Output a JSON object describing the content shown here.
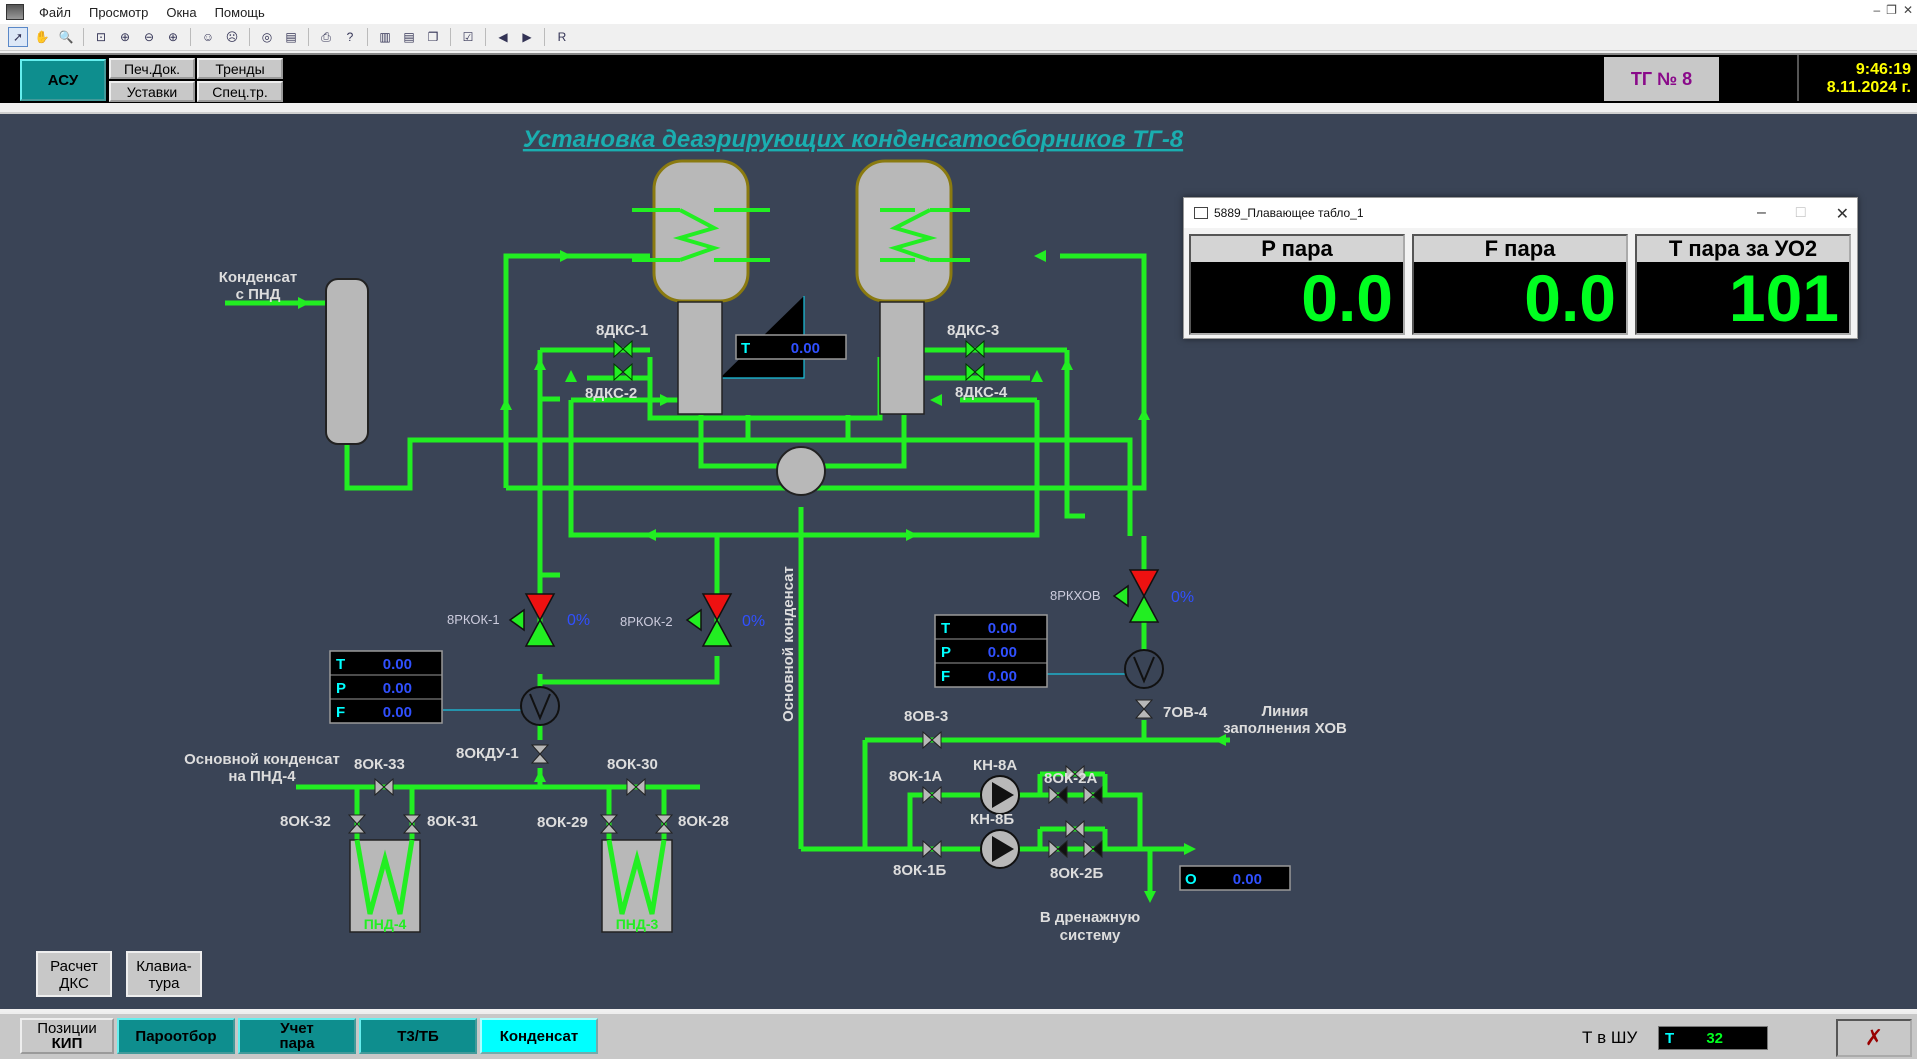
{
  "menu": {
    "items": [
      "Файл",
      "Просмотр",
      "Окна",
      "Помощь"
    ]
  },
  "toolbar": {
    "last_label": "R"
  },
  "header": {
    "asu": "АСУ",
    "buttons": [
      "Печ.Док.",
      "Тренды",
      "Уставки",
      "Спец.тр."
    ],
    "tg": "ТГ № 8",
    "time": "9:46:19",
    "date": "8.11.2024 г."
  },
  "scheme": {
    "title": "Установка деаэрирующих конденсатосборников ТГ-8",
    "labels": {
      "cond_pnd_1": "Конденсат",
      "cond_pnd_2": "с ПНД",
      "dks1": "8ДКС-1",
      "dks2": "8ДКС-2",
      "dks3": "8ДКС-3",
      "dks4": "8ДКС-4",
      "rkok1": "8РКОК-1",
      "rkok2": "8РКОК-2",
      "rkhov": "8РКХОВ",
      "pct1": "0%",
      "pct2": "0%",
      "pct3": "0%",
      "okdu1": "8ОКДУ-1",
      "osn_pnd4_1": "Основной конденсат",
      "osn_pnd4_2": "на ПНД-4",
      "ok33": "8ОК-33",
      "ok30": "8ОК-30",
      "ok32": "8ОК-32",
      "ok31": "8ОК-31",
      "ok29": "8ОК-29",
      "ok28": "8ОК-28",
      "pnd4": "ПНД-4",
      "pnd3": "ПНД-3",
      "osn_vert": "Основной конденсат",
      "ov3": "8ОВ-3",
      "ov4": "7ОВ-4",
      "hov_1": "Линия",
      "hov_2": "заполнения ХОВ",
      "ok1a": "8ОК-1А",
      "ok1b": "8ОК-1Б",
      "kn8a": "КН-8А",
      "kn8b": "КН-8Б",
      "ok2a": "8ОК-2А",
      "ok2b": "8ОК-2Б",
      "drain_1": "В дренажную",
      "drain_2": "систему"
    },
    "gauges": {
      "top_t": {
        "lbl": "T",
        "val": "0.00"
      },
      "left": [
        {
          "lbl": "T",
          "val": "0.00"
        },
        {
          "lbl": "P",
          "val": "0.00"
        },
        {
          "lbl": "F",
          "val": "0.00"
        }
      ],
      "right": [
        {
          "lbl": "T",
          "val": "0.00"
        },
        {
          "lbl": "P",
          "val": "0.00"
        },
        {
          "lbl": "F",
          "val": "0.00"
        }
      ],
      "o": {
        "lbl": "O",
        "val": "0.00"
      }
    },
    "buttons": {
      "rascet": [
        "Расчет",
        "ДКС"
      ],
      "klav": [
        "Клавиа-",
        "тура"
      ]
    }
  },
  "float": {
    "title": "5889_Плавающее табло_1",
    "panels": [
      {
        "head": "P пара",
        "value": "0.0"
      },
      {
        "head": "F пара",
        "value": "0.0"
      },
      {
        "head": "T пара за УО2",
        "value": "101"
      }
    ]
  },
  "bottom": {
    "buttons": [
      {
        "l1": "Позиции",
        "l2": "КИП"
      },
      {
        "l1": "Пароотбор",
        "l2": ""
      },
      {
        "l1": "Учет",
        "l2": "пара"
      },
      {
        "l1": "Т3/ТБ",
        "l2": ""
      },
      {
        "l1": "Конденсат",
        "l2": ""
      }
    ],
    "tshu_label": "Т в ШУ",
    "tshu_t": "T",
    "tshu_val": "32"
  },
  "colors": {
    "pipe": "#22ee22",
    "bg": "#3a4456",
    "valve_red": "#ee1111",
    "title": "#1aaeb0"
  }
}
